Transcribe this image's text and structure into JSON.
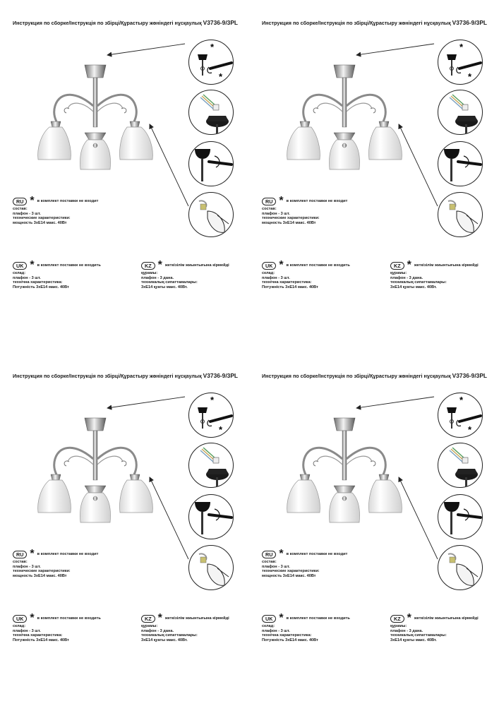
{
  "page": {
    "title_text": "Инструкция по сборке/Інструкція по збірці/Құрастыру жөніндегі нұсқаулық",
    "model": "V3736-9/3PL"
  },
  "star_symbol": "*",
  "ru": {
    "badge": "RU",
    "note": "в комплект поставки не входит",
    "lines": [
      "состав:",
      "плафон - 3 шт.",
      "технические характеристики:",
      "мощность 3хЕ14 макс. 40Вт"
    ]
  },
  "uk": {
    "badge": "UK",
    "note": "в комплект поставки не входить",
    "lines": [
      "склад:",
      "плафон - 3 шт.",
      "технічна характеристика:",
      "Потужність 3хЕ14 макс. 40Вт"
    ]
  },
  "kz": {
    "badge": "KZ",
    "note": "жеткізілім жиынтығына кірмейді",
    "lines": [
      "құрамы:",
      "плафон - 3 дана.",
      "техникалық сипаттамалары:",
      "3хЕ14 қуаты макс. 40Вт."
    ]
  }
}
